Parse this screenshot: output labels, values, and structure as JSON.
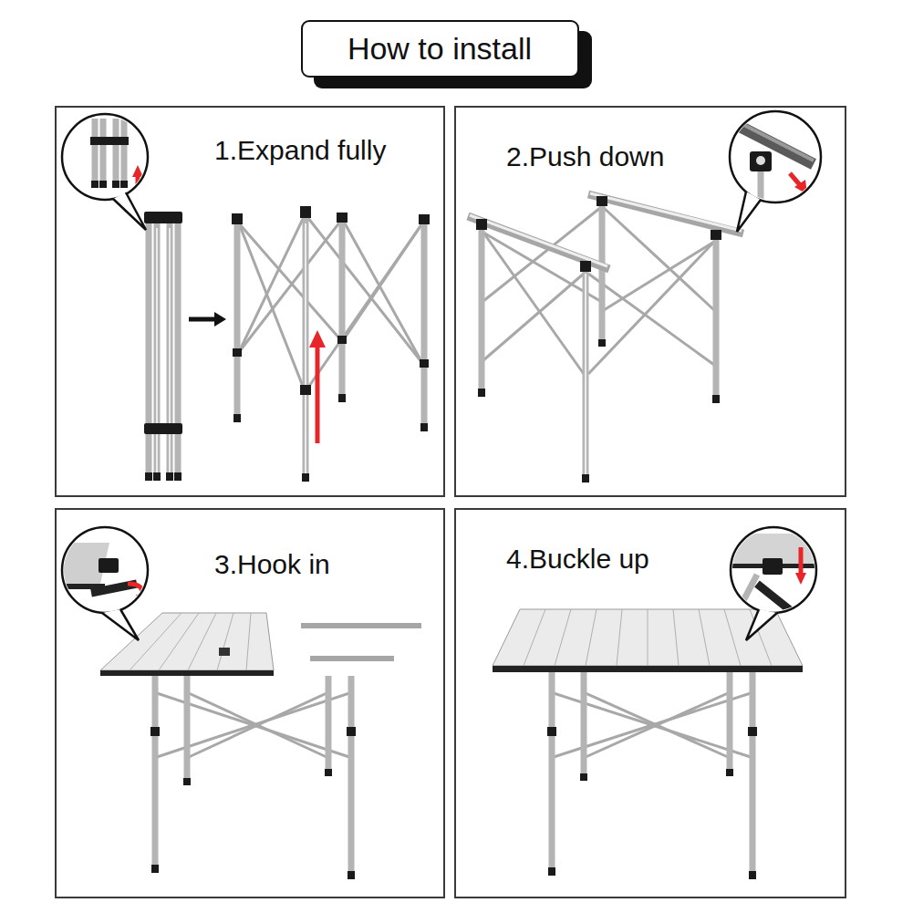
{
  "diagram": {
    "title": "How to install",
    "nodes": [
      {
        "text": [
          "1.Expand fully"
        ]
      },
      {
        "text": [
          "2.Push down"
        ]
      },
      {
        "text": [
          "3.Hook in"
        ]
      },
      {
        "text": [
          "4.Buckle up"
        ]
      }
    ]
  }
}
